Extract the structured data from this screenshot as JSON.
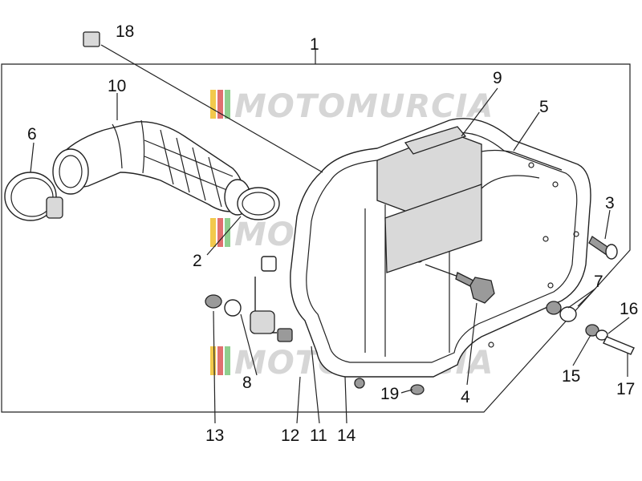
{
  "diagram": {
    "watermark_text": "MOTOMURCIA",
    "watermark_colors": [
      "#f2c94c",
      "#e07070",
      "#8fcf8f"
    ],
    "callouts": [
      {
        "id": "1",
        "label": "1"
      },
      {
        "id": "2",
        "label": "2"
      },
      {
        "id": "3",
        "label": "3"
      },
      {
        "id": "4",
        "label": "4"
      },
      {
        "id": "5",
        "label": "5"
      },
      {
        "id": "6",
        "label": "6"
      },
      {
        "id": "7",
        "label": "7"
      },
      {
        "id": "8",
        "label": "8"
      },
      {
        "id": "9",
        "label": "9"
      },
      {
        "id": "10",
        "label": "10"
      },
      {
        "id": "11",
        "label": "11"
      },
      {
        "id": "12",
        "label": "12"
      },
      {
        "id": "13",
        "label": "13"
      },
      {
        "id": "14",
        "label": "14"
      },
      {
        "id": "15",
        "label": "15"
      },
      {
        "id": "16",
        "label": "16"
      },
      {
        "id": "17",
        "label": "17"
      },
      {
        "id": "18",
        "label": "18"
      },
      {
        "id": "19",
        "label": "19"
      }
    ]
  }
}
